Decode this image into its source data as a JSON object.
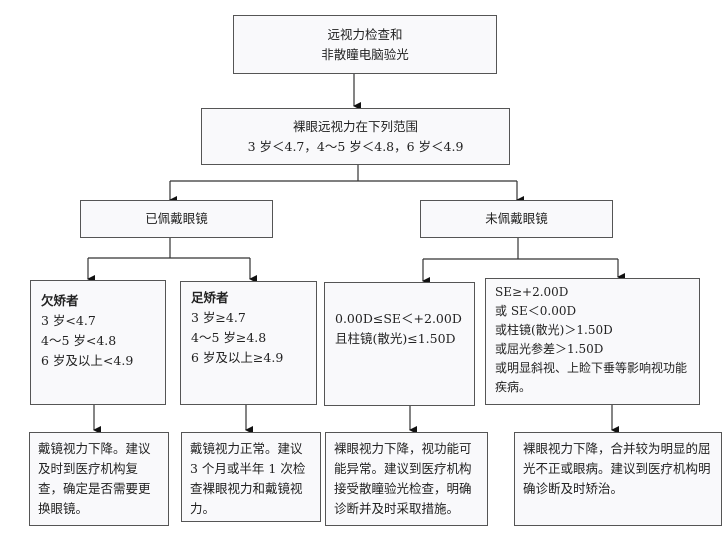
{
  "root": {
    "lines": [
      "远视力检查和",
      "非散瞳电脑验光"
    ]
  },
  "criteria": {
    "lines": [
      "裸眼远视力在下列范围",
      "3 岁＜4.7，4～5 岁＜4.8，6 岁＜4.9"
    ]
  },
  "wearing": {
    "label": "已佩戴眼镜"
  },
  "not_wearing": {
    "label": "未佩戴眼镜"
  },
  "under_corrected": {
    "title": "欠矫者",
    "lines": [
      "3 岁<4.7",
      "4～5 岁<4.8",
      "6 岁及以上<4.9"
    ]
  },
  "fully_corrected": {
    "title": "足矫者",
    "lines": [
      "3 岁≥4.7",
      "4～5 岁≥4.8",
      "6 岁及以上≥4.9"
    ]
  },
  "normal_refraction": {
    "lines": [
      "0.00D≤SE＜+2.00D",
      "且柱镜(散光)≤1.50D"
    ]
  },
  "abnormal_refraction": {
    "lines": [
      "SE≥+2.00D",
      "或 SE＜0.00D",
      "或柱镜(散光)＞1.50D",
      "或屈光参差＞1.50D",
      "或明显斜视、上睑下垂等影响视功能疾病。"
    ]
  },
  "outcomes": [
    {
      "text": "戴镜视力下降。建议及时到医疗机构复查，确定是否需要更换眼镜。"
    },
    {
      "text": "戴镜视力正常。建议 3 个月或半年 1 次检查裸眼视力和戴镜视力。"
    },
    {
      "text": "裸眼视力下降，视功能可能异常。建议到医疗机构接受散瞳验光检查，明确诊断并及时采取措施。"
    },
    {
      "text": "裸眼视力下降，合并较为明显的屈光不正或眼病。建议到医疗机构明确诊断及时矫治。"
    }
  ]
}
